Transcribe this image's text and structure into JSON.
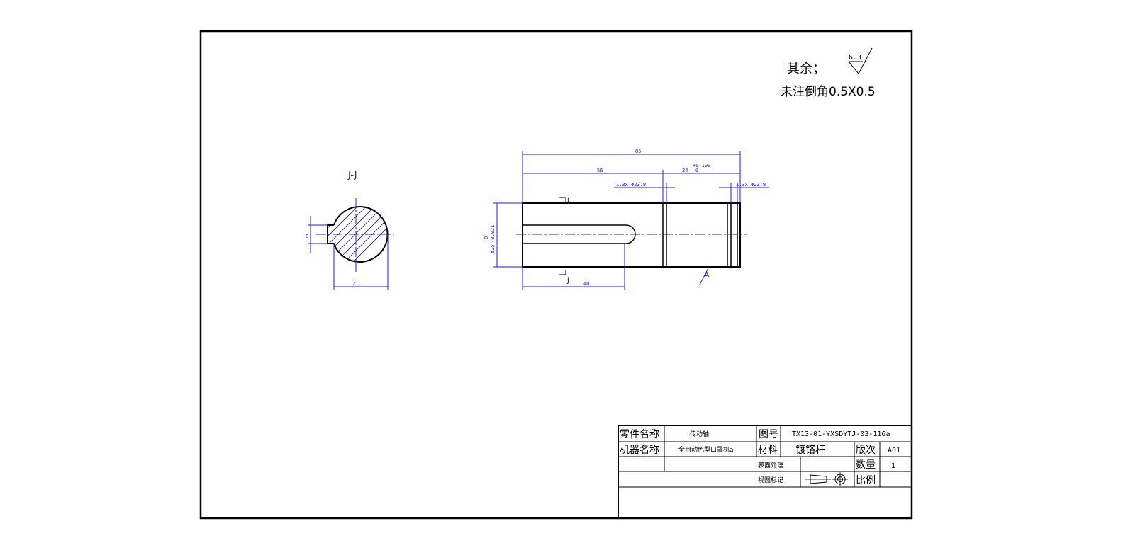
{
  "notes": {
    "remaining_roughness_label": "其余；",
    "roughness_value": "6.3",
    "chamfer_note": "未注倒角0.5X0.5"
  },
  "section_view": {
    "title": "J-J",
    "dim_width": "21",
    "dim_keyway": "8"
  },
  "main_view": {
    "dim_overall": "85",
    "dim_left_section": "56",
    "dim_right_section": "24",
    "dim_right_tol_upper": "+0.100",
    "dim_right_tol_lower": "0",
    "dim_groove_left": "1.3x Φ23.9",
    "dim_groove_right": "1.3x Φ23.9",
    "dim_keyway_length": "40",
    "dim_diameter": "Φ25",
    "dim_diameter_tol_upper": "0",
    "dim_diameter_tol_lower": "-0.021",
    "section_mark_top": "J",
    "section_mark_bottom": "J",
    "roughness_mark": "A"
  },
  "title_block": {
    "part_name_label": "零件名称",
    "part_name_value": "传动轴",
    "drawing_no_label": "图号",
    "drawing_no_value": "TX13-01-YXSDYTJ-03-116a",
    "machine_name_label": "机器名称",
    "machine_name_value": "全自动色型口罩机a",
    "material_label": "材料",
    "material_value": "镀铬杆",
    "revision_label": "版次",
    "revision_value": "A01",
    "surface_treatment_label": "表面处理",
    "quantity_label": "数量",
    "quantity_value": "1",
    "view_mark_label": "视图标记",
    "scale_label": "比例"
  }
}
